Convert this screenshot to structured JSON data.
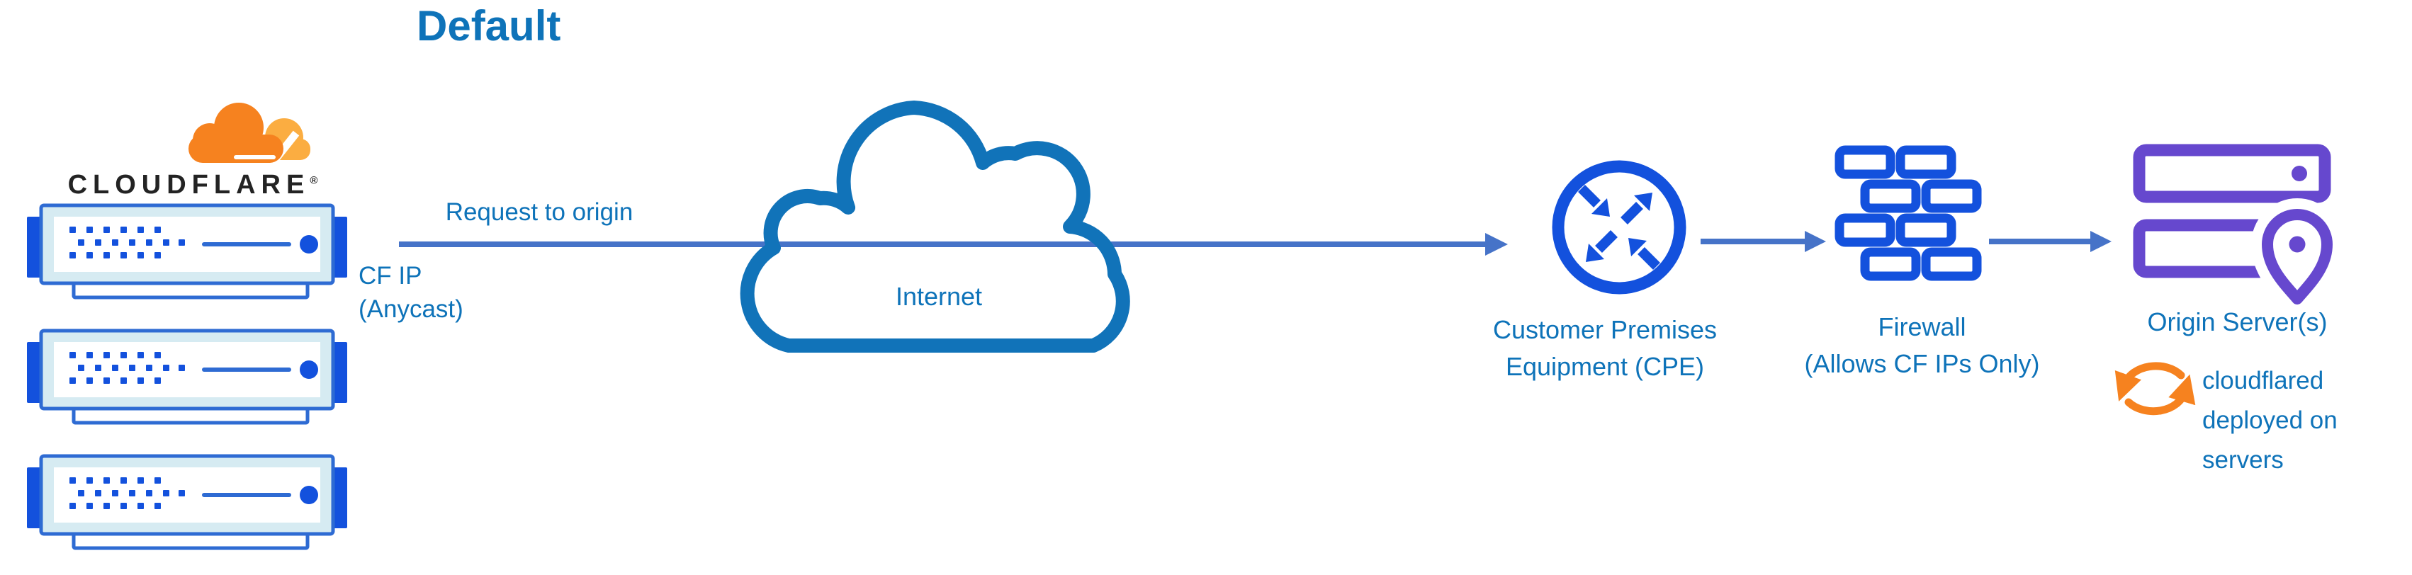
{
  "title": "Default",
  "cloudflare": {
    "wordmark": "CLOUDFLARE",
    "registered_mark": "®",
    "ip_label_line1": "CF IP",
    "ip_label_line2": "(Anycast)"
  },
  "flow": {
    "request_label": "Request to origin"
  },
  "internet": {
    "label": "Internet"
  },
  "cpe": {
    "label_line1": "Customer Premises",
    "label_line2": "Equipment (CPE)"
  },
  "firewall": {
    "label_line1": "Firewall",
    "label_line2": "(Allows CF IPs Only)"
  },
  "origin": {
    "label": "Origin Server(s)",
    "note_line1": "cloudflared",
    "note_line2": "deployed on",
    "note_line3": "servers"
  },
  "colors": {
    "label_blue": "#0E73B9",
    "icon_blue": "#1351DD",
    "server_outline_blue": "#2E6BD3",
    "server_panel_blue": "#D6EBF2",
    "connector_blue": "#4673C8",
    "cloud_outline_blue": "#1173B9",
    "origin_purple": "#6648CE",
    "cloudflare_orange": "#F6821F",
    "cloudflare_light_orange": "#FBAD41",
    "wordmark_black": "#232323"
  }
}
